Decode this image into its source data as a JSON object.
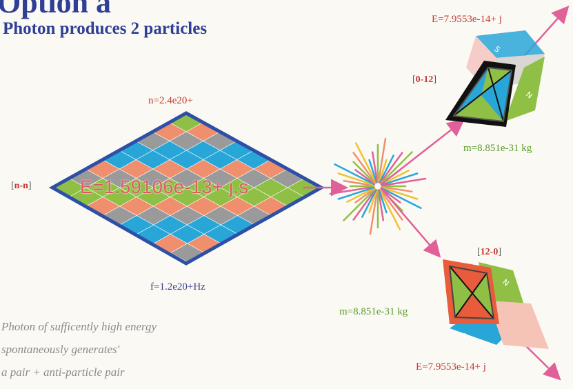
{
  "header": {
    "title": "Option a",
    "subtitle": "Photon produces 2 particles"
  },
  "photon": {
    "n_label": "n=2.4e20+",
    "f_label": "f=1.2e20+Hz",
    "energy_label": "E=1.59106e-13+ j.s",
    "bracket_open": "[",
    "bracket_value": "n-n",
    "bracket_close": "]"
  },
  "particle_top": {
    "energy_label": "E=7.9553e-14+ j",
    "mass_label": "m=8.851e-31 kg",
    "bracket_open": "[",
    "bracket_value": "0-12",
    "bracket_close": "]"
  },
  "particle_bottom": {
    "energy_label": "E=7.9553e-14+ j",
    "mass_label": "m=8.851e-31 kg",
    "bracket_open": "[",
    "bracket_value": "12-0",
    "bracket_close": "]"
  },
  "note": {
    "line1": "Photon of sufficently high energy",
    "line2": "spontaneously generates'",
    "line3": "a pair + anti-particle pair"
  },
  "colors": {
    "title": "#2f3f96",
    "arrow": "#e0609a",
    "grid_green": "#8fc045",
    "grid_blue": "#29a6d8",
    "grid_orange": "#ef8f6e",
    "grid_gray": "#9a9a9a",
    "outline": "#2d4fa6"
  }
}
